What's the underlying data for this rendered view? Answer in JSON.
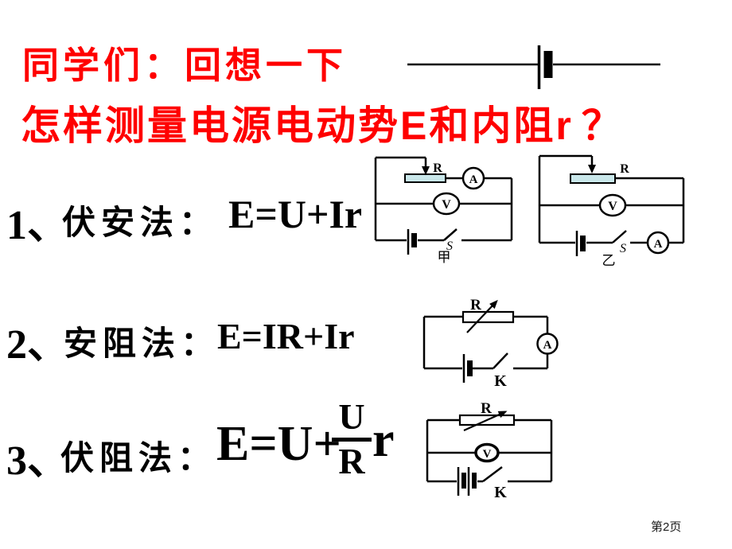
{
  "slide": {
    "footer": {
      "page_label": "第2页"
    }
  },
  "title": {
    "color": "#ff0000",
    "line1": "同学们：回想一下",
    "line2": {
      "cn1": "怎样测量电源电动势",
      "sym1": "E",
      "cn2": "和内阻",
      "sym2": "r",
      "tail": "？"
    }
  },
  "methods": [
    {
      "num": "1、",
      "name": "伏安法：",
      "formula": "E=U+Ir"
    },
    {
      "num": "2、",
      "name": "安阻法：",
      "formula": "E=IR+Ir"
    },
    {
      "num": "3、",
      "name": "伏阻法：",
      "formula_prefix": "E=U+",
      "formula_numerator": "U",
      "formula_denominator": "R",
      "formula_suffix": "r"
    }
  ],
  "circuits": {
    "jia": {
      "rheostat_label": "R",
      "ammeter_label": "A",
      "voltmeter_label": "V",
      "switch_label": "S",
      "caption": "甲"
    },
    "yi": {
      "rheostat_label": "R",
      "ammeter_label": "A",
      "voltmeter_label": "V",
      "switch_label": "S",
      "caption": "乙"
    },
    "anzu": {
      "resistor_label": "R",
      "ammeter_label": "A",
      "switch_label": "K"
    },
    "fuzu": {
      "resistor_label": "R",
      "voltmeter_label": "V",
      "switch_label": "K"
    }
  },
  "colors": {
    "accent_red": "#ff0000",
    "rheostat_fill": "#c9e7ea",
    "ink": "#000000",
    "footer_text": "#1a1a1a"
  }
}
